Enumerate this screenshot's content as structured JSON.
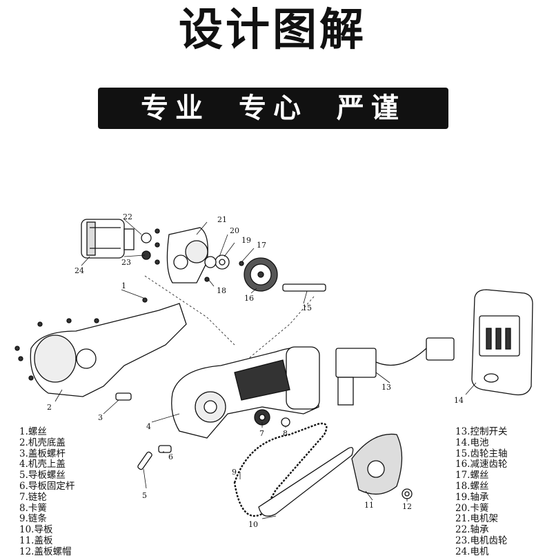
{
  "title": "设计图解",
  "banner": "专业 专心 严谨",
  "callouts": [
    "1",
    "2",
    "3",
    "4",
    "5",
    "6",
    "7",
    "8",
    "9",
    "10",
    "11",
    "12",
    "13",
    "14",
    "15",
    "16",
    "17",
    "18",
    "19",
    "20",
    "21",
    "22",
    "23",
    "24"
  ],
  "legend_left": [
    "1.螺丝",
    "2.机壳底盖",
    "3.盖板螺杆",
    "4.机壳上盖",
    "5.导板螺丝",
    "6.导板固定杆",
    "7.链轮",
    "8.卡簧",
    "9.链条",
    "10.导板",
    "11.盖板",
    "12.盖板螺帽"
  ],
  "legend_right": [
    "13.控制开关",
    "14.电池",
    "15.齿轮主轴",
    "16.减速齿轮",
    "17.螺丝",
    "18.螺丝",
    "19.轴承",
    "20.卡簧",
    "21.电机架",
    "22.轴承",
    "23.电机齿轮",
    "24.电机"
  ]
}
